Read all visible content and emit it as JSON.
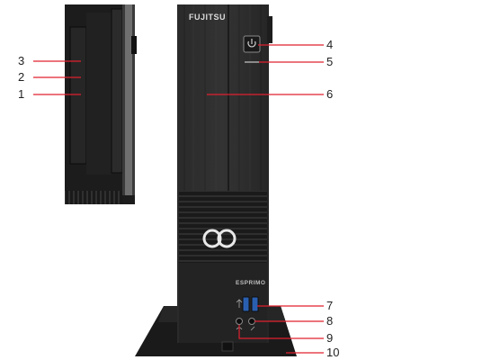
{
  "device": {
    "brand": "FUJITSU",
    "model": "ESPRIMO"
  },
  "callouts": [
    {
      "id": "1",
      "label": "1"
    },
    {
      "id": "2",
      "label": "2"
    },
    {
      "id": "3",
      "label": "3"
    },
    {
      "id": "4",
      "label": "4"
    },
    {
      "id": "5",
      "label": "5"
    },
    {
      "id": "6",
      "label": "6"
    },
    {
      "id": "7",
      "label": "7"
    },
    {
      "id": "8",
      "label": "8"
    },
    {
      "id": "9",
      "label": "9"
    },
    {
      "id": "10",
      "label": "10"
    }
  ],
  "colors": {
    "callout_line": "#e0202e",
    "chassis": "#262626",
    "chassis_dark": "#141414",
    "panel_open_bg": "#1c1c1c"
  }
}
